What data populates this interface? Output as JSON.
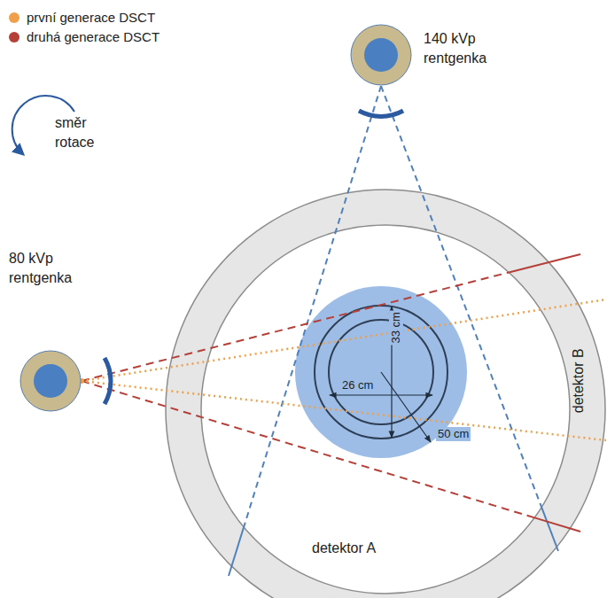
{
  "diagram": {
    "nodes": [
      {
        "text": [
          "140 kVp rentgenka"
        ]
      },
      {
        "text": [
          "80 kVp rentgenka"
        ]
      }
    ],
    "labels": [
      "směr rotace",
      "26 cm",
      "33 cm",
      "50 cm",
      "detektor B",
      "detektor A"
    ],
    "legend": [
      {
        "text": "první generace DSCT",
        "color": "#f0a04b"
      },
      {
        "text": "druhá generace DSCT",
        "color": "#b5403a"
      }
    ]
  }
}
